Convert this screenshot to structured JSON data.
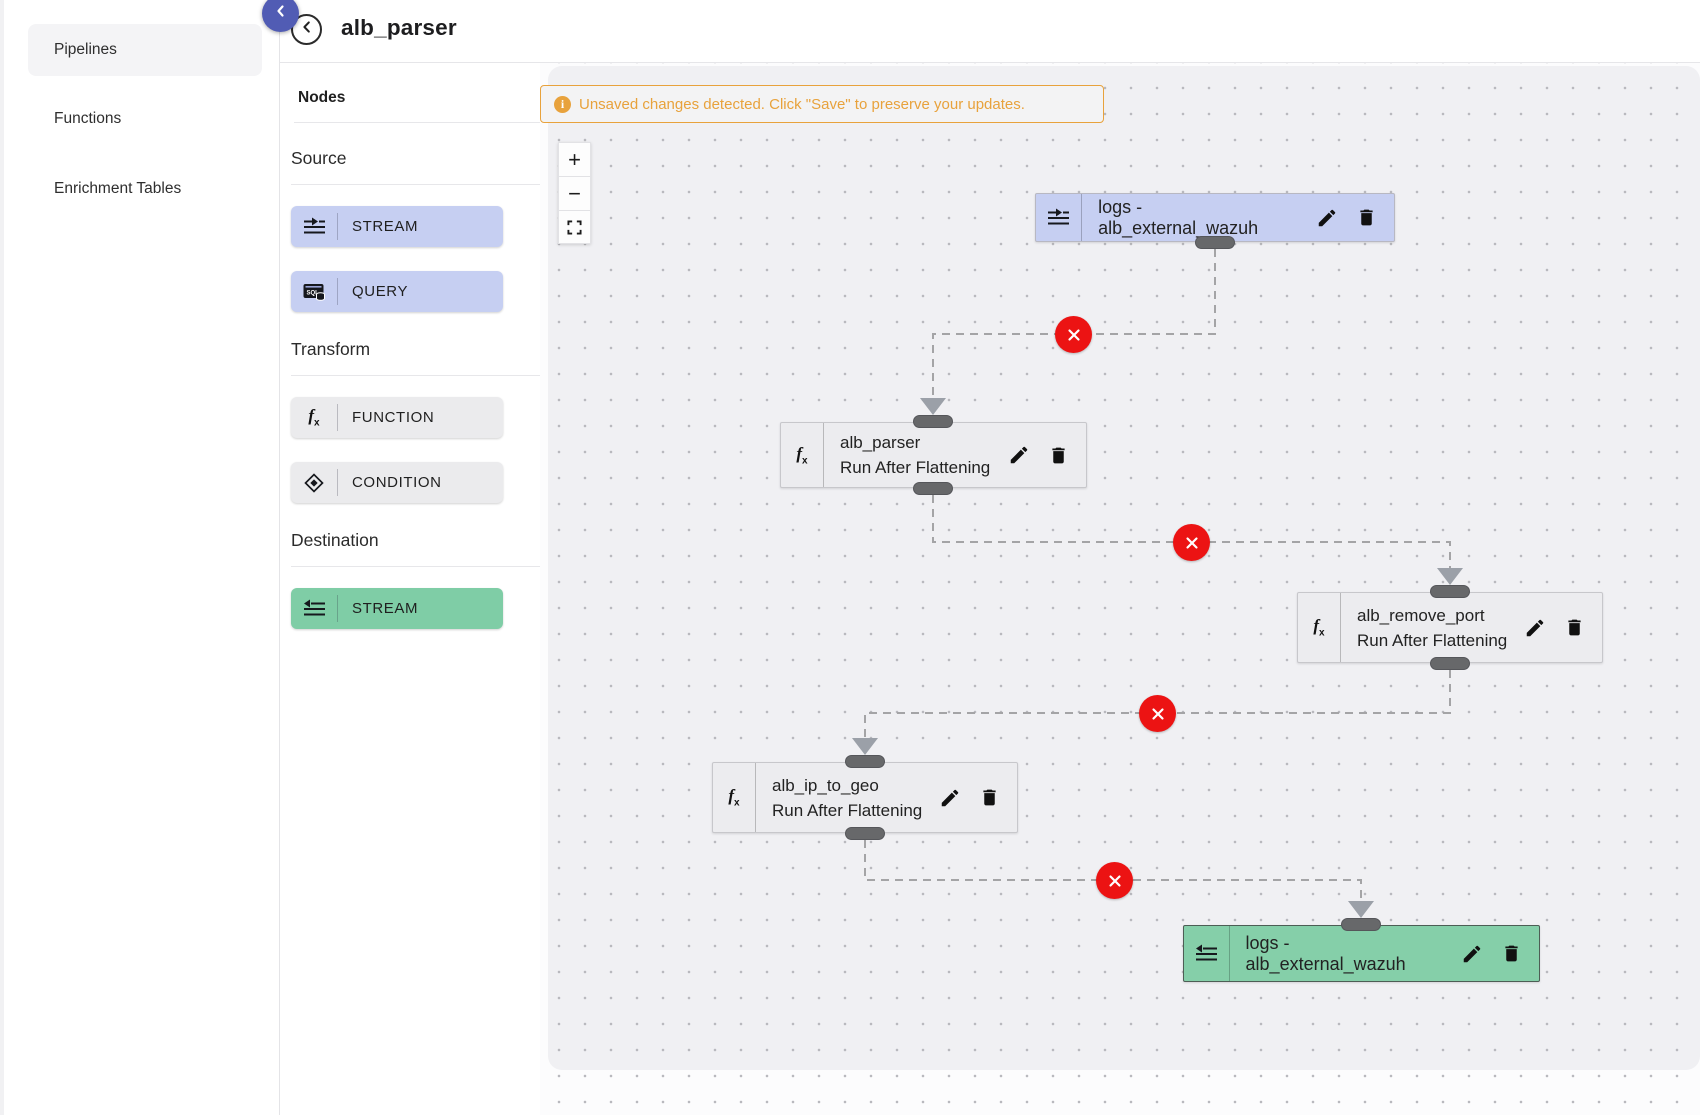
{
  "colors": {
    "primary": "#515cb4",
    "source-accent": "#c6cff2",
    "transform-accent": "#ebebed",
    "destination-accent": "#7fcda6",
    "destination-node": "#85cfa9",
    "warning": "#e8a23c",
    "edge-delete": "#ec1313",
    "handle": "#67686a",
    "canvas-dot": "#b9b9be"
  },
  "sidebar": {
    "items": [
      {
        "label": "Pipelines",
        "active": true
      },
      {
        "label": "Functions",
        "active": false
      },
      {
        "label": "Enrichment Tables",
        "active": false
      }
    ]
  },
  "header": {
    "title": "alb_parser"
  },
  "nodes_panel": {
    "title": "Nodes",
    "sections": [
      {
        "label": "Source",
        "buttons": [
          {
            "label": "STREAM"
          },
          {
            "label": "QUERY"
          }
        ]
      },
      {
        "label": "Transform",
        "buttons": [
          {
            "label": "FUNCTION"
          },
          {
            "label": "CONDITION"
          }
        ]
      },
      {
        "label": "Destination",
        "buttons": [
          {
            "label": "STREAM"
          }
        ]
      }
    ]
  },
  "canvas": {
    "banner": {
      "text": "Unsaved changes detected. Click \"Save\" to preserve your updates."
    },
    "zoom_controls": {
      "zoom_in": "+",
      "zoom_out": "−"
    },
    "nodes": [
      {
        "type": "stream-source",
        "label": "logs - alb_external_wazuh"
      },
      {
        "type": "function",
        "label": "alb_parser",
        "sublabel": "Run After Flattening"
      },
      {
        "type": "function",
        "label": "alb_remove_port",
        "sublabel": "Run After Flattening"
      },
      {
        "type": "function",
        "label": "alb_ip_to_geo",
        "sublabel": "Run After Flattening"
      },
      {
        "type": "stream-destination",
        "label": "logs - alb_external_wazuh"
      }
    ],
    "edges": [
      {
        "from": "logs - alb_external_wazuh",
        "to": "alb_parser"
      },
      {
        "from": "alb_parser",
        "to": "alb_remove_port"
      },
      {
        "from": "alb_remove_port",
        "to": "alb_ip_to_geo"
      },
      {
        "from": "alb_ip_to_geo",
        "to": "logs - alb_external_wazuh"
      }
    ]
  }
}
